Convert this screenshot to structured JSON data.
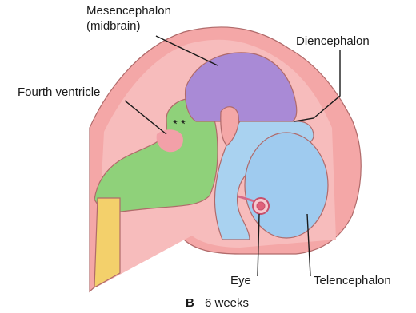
{
  "labels": {
    "mesencephalon": "Mesencephalon",
    "midbrain": "(midbrain)",
    "diencephalon": "Diencephalon",
    "fourth_ventricle": "Fourth ventricle",
    "eye": "Eye",
    "telencephalon": "Telencephalon",
    "asterisks": "* *"
  },
  "caption": {
    "panel_letter": "B",
    "age": "6 weeks"
  },
  "colors": {
    "background": "#ffffff",
    "embryo_outline_fill": "#f4a7a7",
    "embryo_inner_fill": "#f7bcbc",
    "mesencephalon": "#a98ad6",
    "diencephalon": "#a9d2f0",
    "telencephalon": "#9fcbef",
    "hindbrain": "#8fd17a",
    "spinal_cord": "#f3d06b",
    "eye": "#e0607a"
  }
}
